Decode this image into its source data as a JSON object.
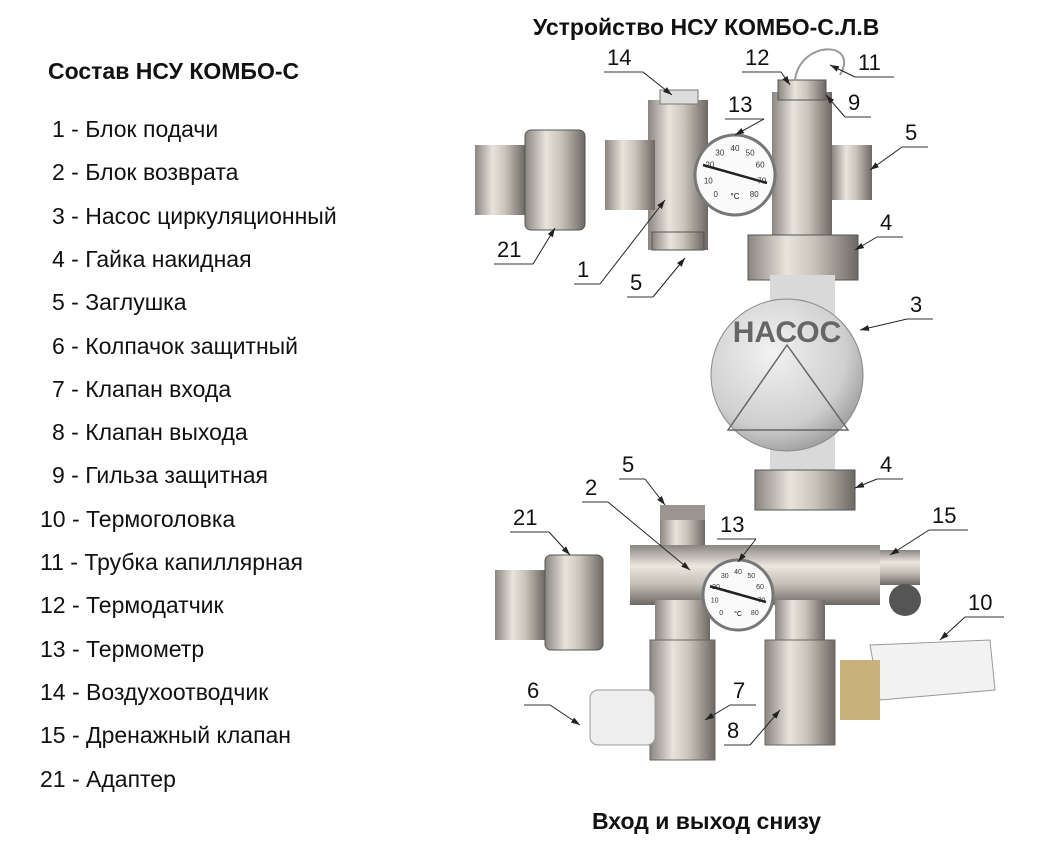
{
  "list": {
    "title": "Состав НСУ КОМБО-С",
    "items": [
      "1 - Блок подачи",
      "2 - Блок возврата",
      "3 - Насос циркуляционный",
      "4 - Гайка накидная",
      "5 - Заглушка",
      "6 - Колпачок  защитный",
      "7 - Клапан входа",
      "8 - Клапан выхода",
      "9 - Гильза защитная",
      "10 - Термоголовка",
      "11 - Трубка капиллярная",
      "12 - Термодатчик",
      "13 - Термометр",
      "14 - Воздухоотводчик",
      "15 - Дренажный клапан",
      "21 - Адаптер"
    ]
  },
  "device": {
    "title": "Устройство НСУ КОМБО-С.Л.В",
    "pump_label": "НАСОС",
    "thermometer_scale": [
      "0",
      "10",
      "20",
      "30",
      "40",
      "50",
      "60",
      "70",
      "80"
    ],
    "thermometer_unit": "°C",
    "callouts": [
      "14",
      "12",
      "11",
      "13",
      "9",
      "5",
      "21",
      "1",
      "5",
      "4",
      "3",
      "5",
      "2",
      "4",
      "21",
      "13",
      "15",
      "10",
      "6",
      "7",
      "8"
    ]
  },
  "bottom_title": "Вход и выход снизу"
}
